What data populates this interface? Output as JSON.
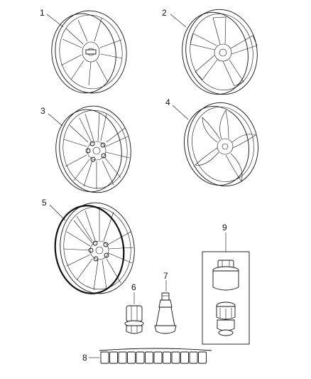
{
  "callouts": {
    "c1": "1",
    "c2": "2",
    "c3": "3",
    "c4": "4",
    "c5": "5",
    "c6": "6",
    "c7": "7",
    "c8": "8",
    "c9": "9"
  },
  "parts": [
    {
      "id": "wheel-1",
      "kind": "aluminum-wheel-5-split-spoke"
    },
    {
      "id": "wheel-2",
      "kind": "aluminum-wheel-5-spoke"
    },
    {
      "id": "wheel-3",
      "kind": "aluminum-wheel-5-double-spoke"
    },
    {
      "id": "wheel-4",
      "kind": "aluminum-wheel-5-curved-spoke"
    },
    {
      "id": "wheel-5",
      "kind": "aluminum-wheel-multi-spoke"
    },
    {
      "id": "lug-nut",
      "kind": "wheel-lug-nut"
    },
    {
      "id": "valve-stem",
      "kind": "tire-valve-stem"
    },
    {
      "id": "wheel-weights",
      "kind": "wheel-balance-weights",
      "count": 12
    },
    {
      "id": "wheel-lock-kit",
      "kind": "lock-key-and-locking-lug-nut"
    }
  ]
}
